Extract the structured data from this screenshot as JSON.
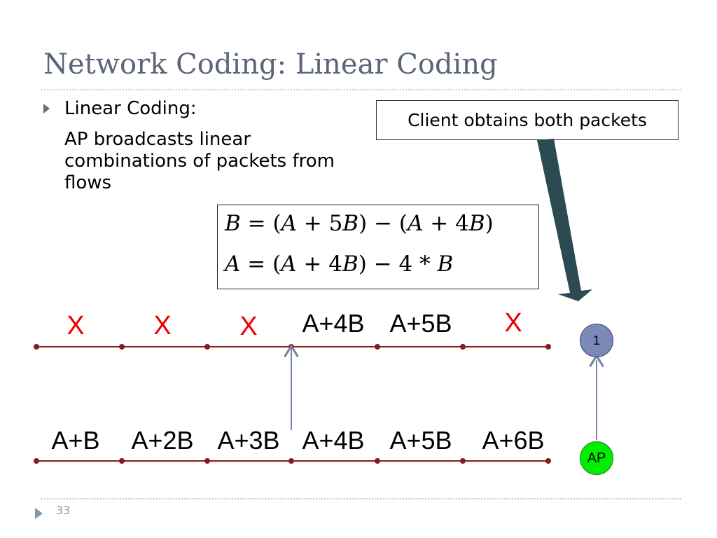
{
  "slide": {
    "title": "Network Coding: Linear Coding",
    "page_number": "33"
  },
  "bullet": {
    "heading": "Linear Coding:",
    "body": "AP broadcasts linear combinations of packets from flows"
  },
  "callout": {
    "text": "Client obtains both packets"
  },
  "equations": {
    "line1": [
      "B",
      " = (",
      "A",
      " + 5",
      "B",
      ") − (",
      "A",
      " + 4",
      "B",
      ")"
    ],
    "line2": [
      "A",
      " = (",
      "A",
      " + 4",
      "B",
      ") − 4 * ",
      "B"
    ]
  },
  "received_row": {
    "slots": [
      {
        "label": "X",
        "lost": true
      },
      {
        "label": "X",
        "lost": true
      },
      {
        "label": "X",
        "lost": true
      },
      {
        "label": "A+4B",
        "lost": false
      },
      {
        "label": "A+5B",
        "lost": false
      },
      {
        "label": "X",
        "lost": true
      }
    ]
  },
  "broadcast_row": {
    "slots": [
      "A+B",
      "A+2B",
      "A+3B",
      "A+4B",
      "A+5B",
      "A+6B"
    ]
  },
  "nodes": {
    "client_label": "1",
    "ap_label": "AP"
  },
  "colors": {
    "title": "#5a6577",
    "timeline": "#8b1a1a",
    "loss_mark": "#ee0000",
    "client_node": "#7b89b9",
    "ap_node": "#00ee00",
    "callout_arrow": "#2c4a52",
    "link_arrow": "#7785a8"
  }
}
